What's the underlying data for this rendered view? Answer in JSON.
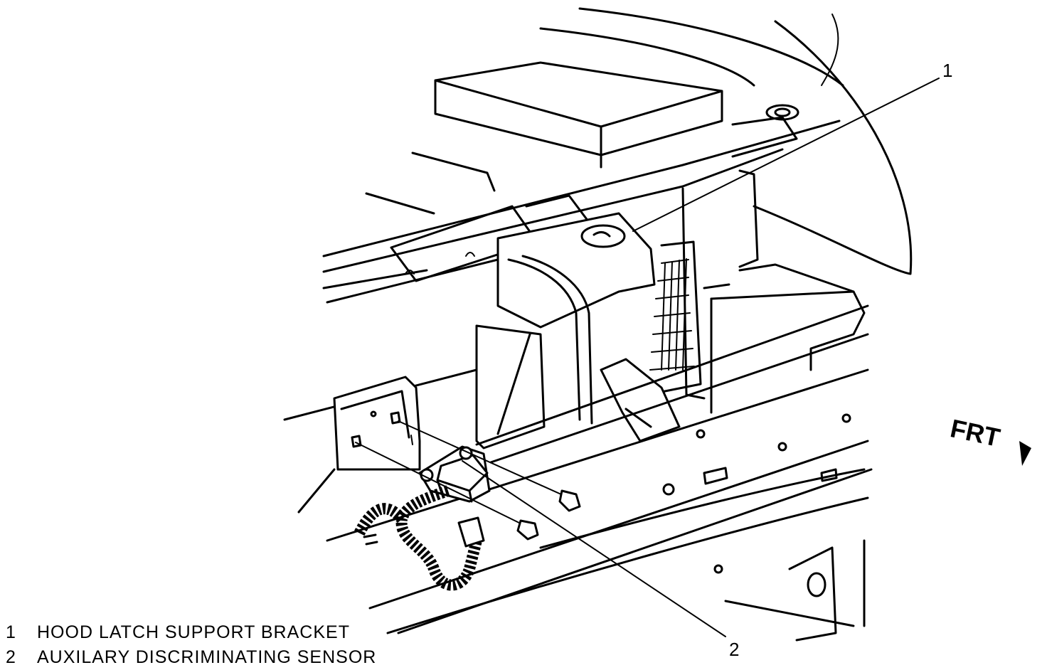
{
  "callouts": [
    {
      "number": "1",
      "label": "HOOD LATCH SUPPORT BRACKET"
    },
    {
      "number": "2",
      "label": "AUXILARY DISCRIMINATING SENSOR"
    }
  ],
  "direction_label": "FRT"
}
